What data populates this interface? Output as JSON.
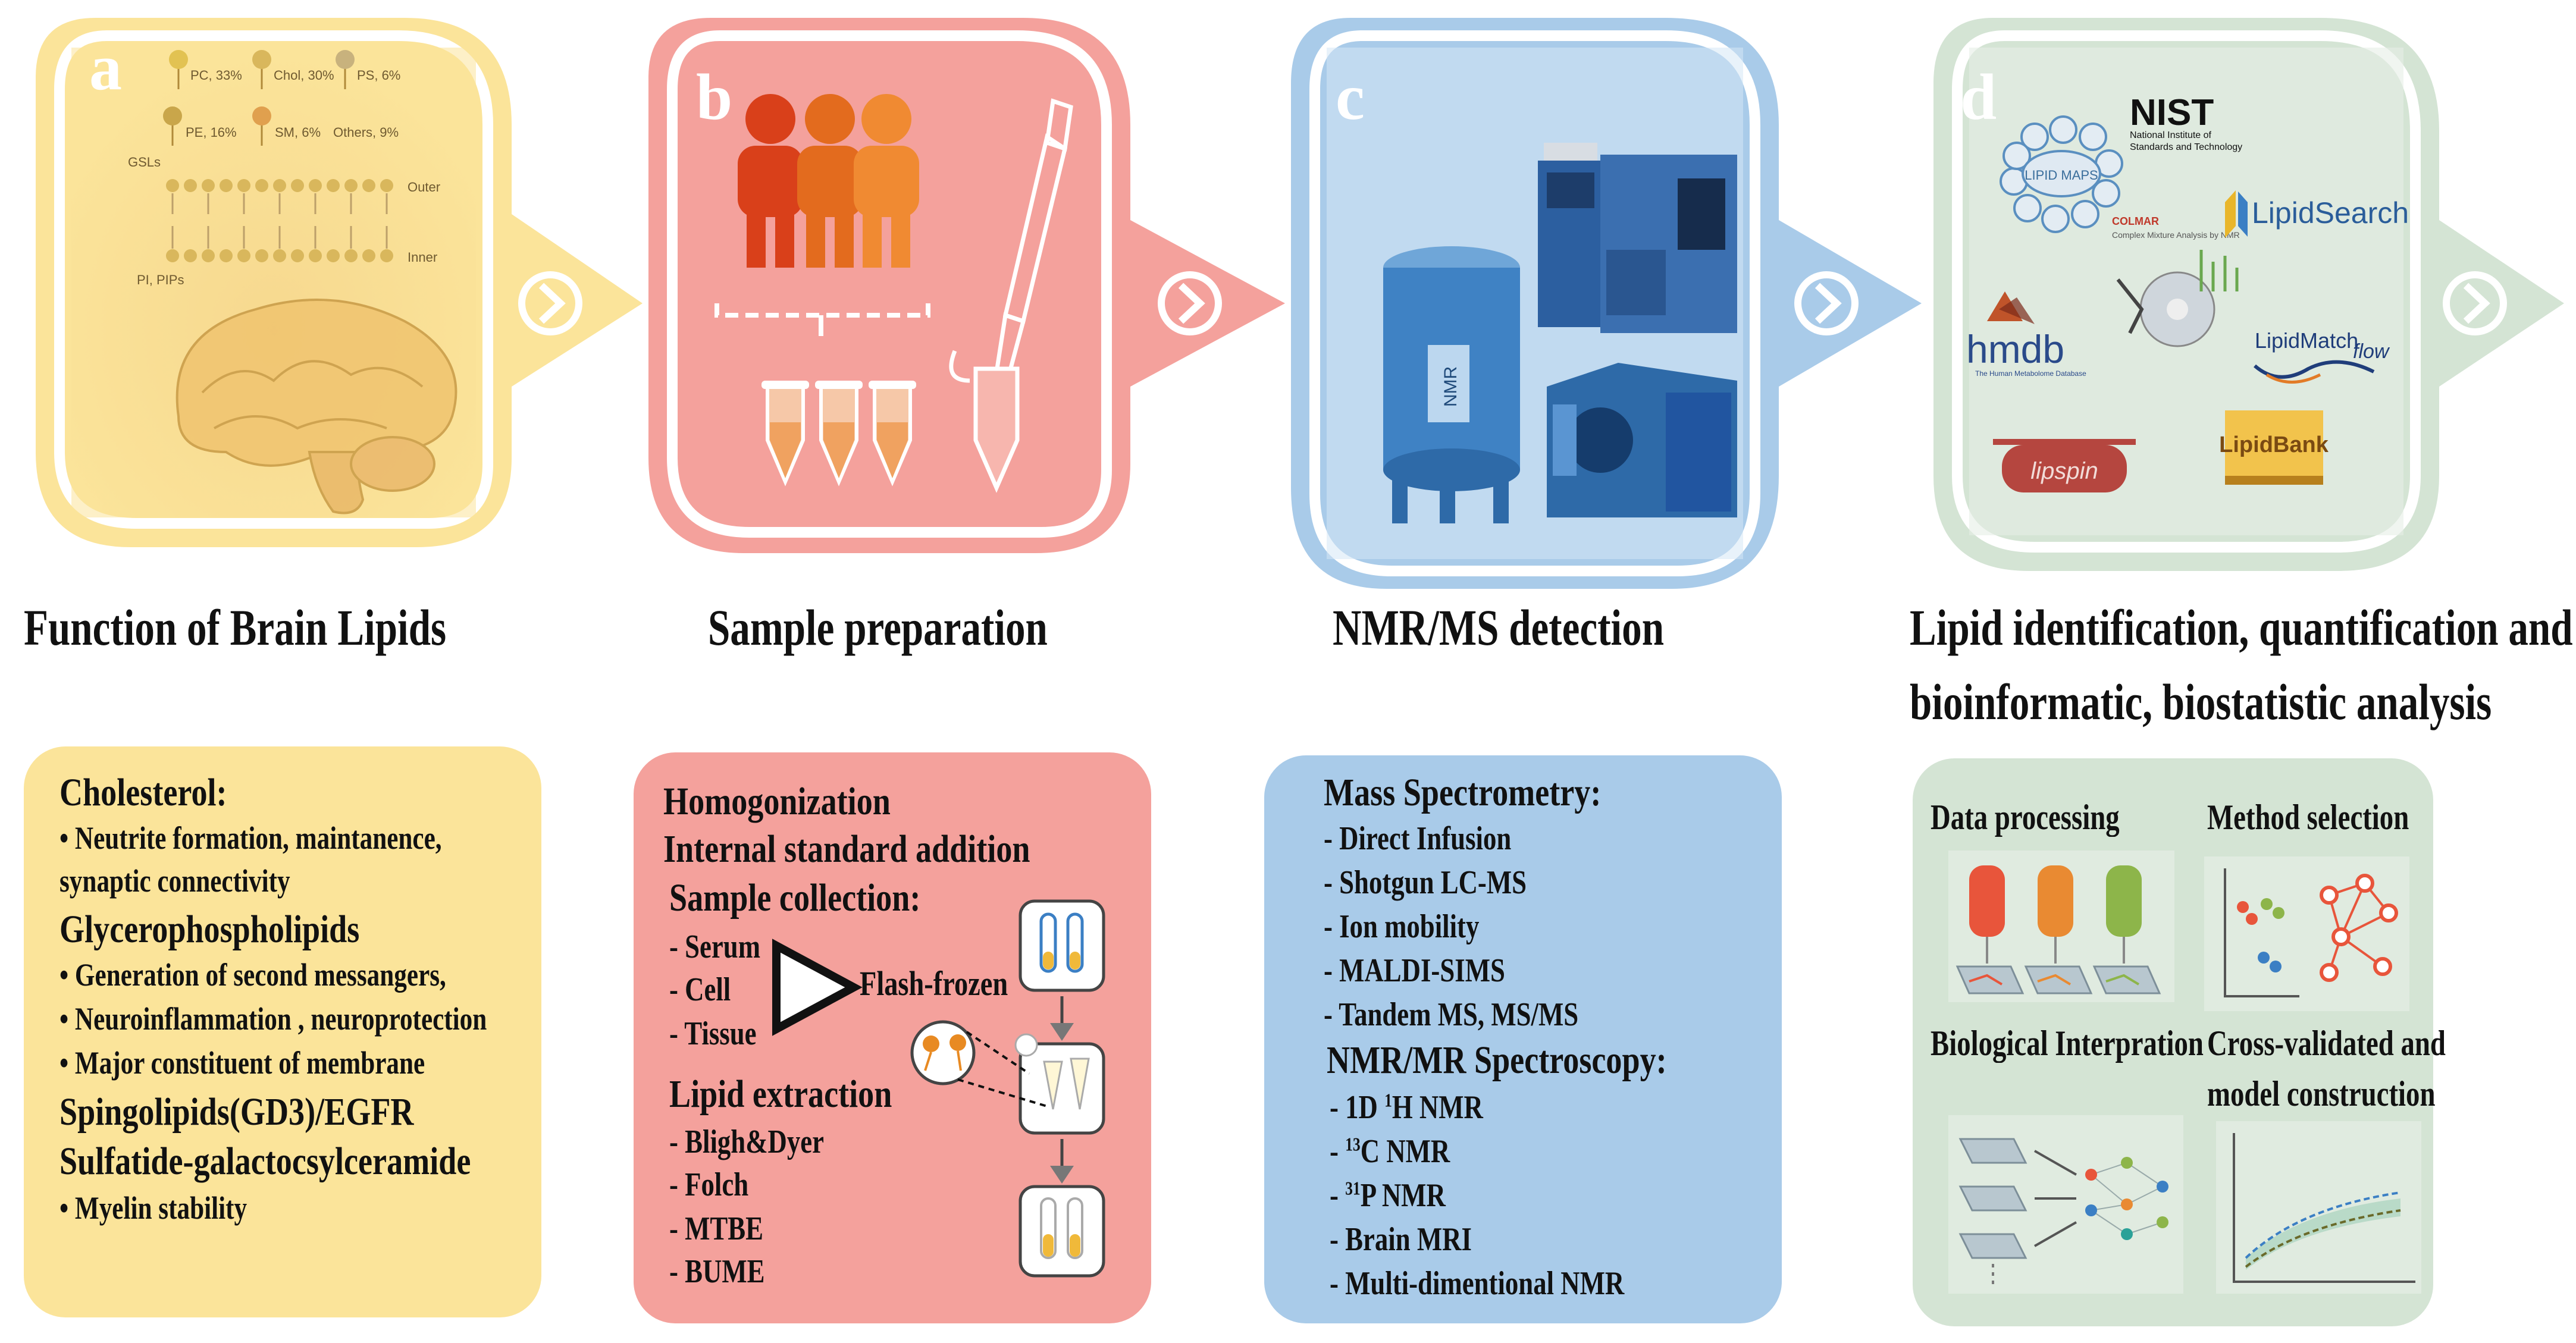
{
  "panels": [
    {
      "letter": "a",
      "color": "#fbe49a",
      "title": "Function of Brain Lipids"
    },
    {
      "letter": "b",
      "color": "#f4a19c",
      "title": "Sample preparation"
    },
    {
      "letter": "c",
      "color": "#a9cbe9",
      "title": "NMR/MS detection"
    },
    {
      "letter": "d",
      "color": "#d4e4d4",
      "title_line1": "Lipid identification, quantification and",
      "title_line2": "bioinformatic, biostatistic analysis"
    }
  ],
  "lipid_panel": {
    "pc": "PC, 33%",
    "chol": "Chol, 30%",
    "ps": "PS, 6%",
    "pe": "PE, 16%",
    "sm": "SM, 6%",
    "others": "Others, 9%",
    "gsls": "GSLs",
    "outer": "Outer",
    "inner": "Inner",
    "pi": "PI, PIPs"
  },
  "tools": {
    "nist_logo": "NIST",
    "nist_sub1": "National Institute of",
    "nist_sub2": "Standards and Technology",
    "lipid_maps": "LIPID MAPS",
    "colmar": "COLMAR",
    "colmar_sub": "Complex Mixture Analysis by NMR",
    "lipidsearch": "LipidSearch",
    "hmdb": "hmdb",
    "hmdb_sub": "The Human Metabolome Database",
    "lipidmatch": "LipidMatch",
    "flow": "flow",
    "lipspin": "lipspin",
    "lipidbank": "LipidBank"
  },
  "nmr_label": "NMR",
  "box_a": {
    "cholesterol": "Cholesterol:",
    "chol_item1": "• Neutrite formation, maintanence,",
    "chol_item1b": "synaptic connectivity",
    "glycero": "Glycerophospholipids",
    "glyc_item1": "• Generation of second messangers,",
    "glyc_item2": "• Neuroinflammation , neuroprotection",
    "glyc_item3": "•  Major constituent of membrane",
    "spingo": "Spingolipids(GD3)/EGFR",
    "sulfatide": "Sulfatide-galactocsylceramide",
    "sulf_item1": "• Myelin stability"
  },
  "box_b": {
    "homog": "Homogonization",
    "internal": "Internal standard addition",
    "collection": "Sample collection:",
    "serum": "- Serum",
    "cell": "- Cell",
    "tissue": "- Tissue",
    "flash": "Flash-frozen",
    "extraction": "Lipid extraction",
    "bligh": "- Bligh&Dyer",
    "folch": "- Folch",
    "mtbe": "- MTBE",
    "bume": "- BUME"
  },
  "box_c": {
    "ms": "Mass Spectrometry:",
    "ms1": "- Direct Infusion",
    "ms2": "- Shotgun LC-MS",
    "ms3": "- Ion mobility",
    "ms4": "- MALDI-SIMS",
    "ms5": "- Tandem MS, MS/MS",
    "nmr": "NMR/MR Spectroscopy:",
    "n1_pre": "- 1D ",
    "n1_sup": "1",
    "n1_post": "H NMR",
    "n2_pre": "- ",
    "n2_sup": "13",
    "n2_post": "C NMR",
    "n3_pre": "- ",
    "n3_sup": "31",
    "n3_post": "P NMR",
    "n4": "- Brain MRI",
    "n5": "- Multi-dimentional NMR"
  },
  "box_d": {
    "q1": "Data processing",
    "q2": "Method selection",
    "q3": "Biological Interpration",
    "q4a": "Cross-validated and",
    "q4b": "model construction"
  }
}
